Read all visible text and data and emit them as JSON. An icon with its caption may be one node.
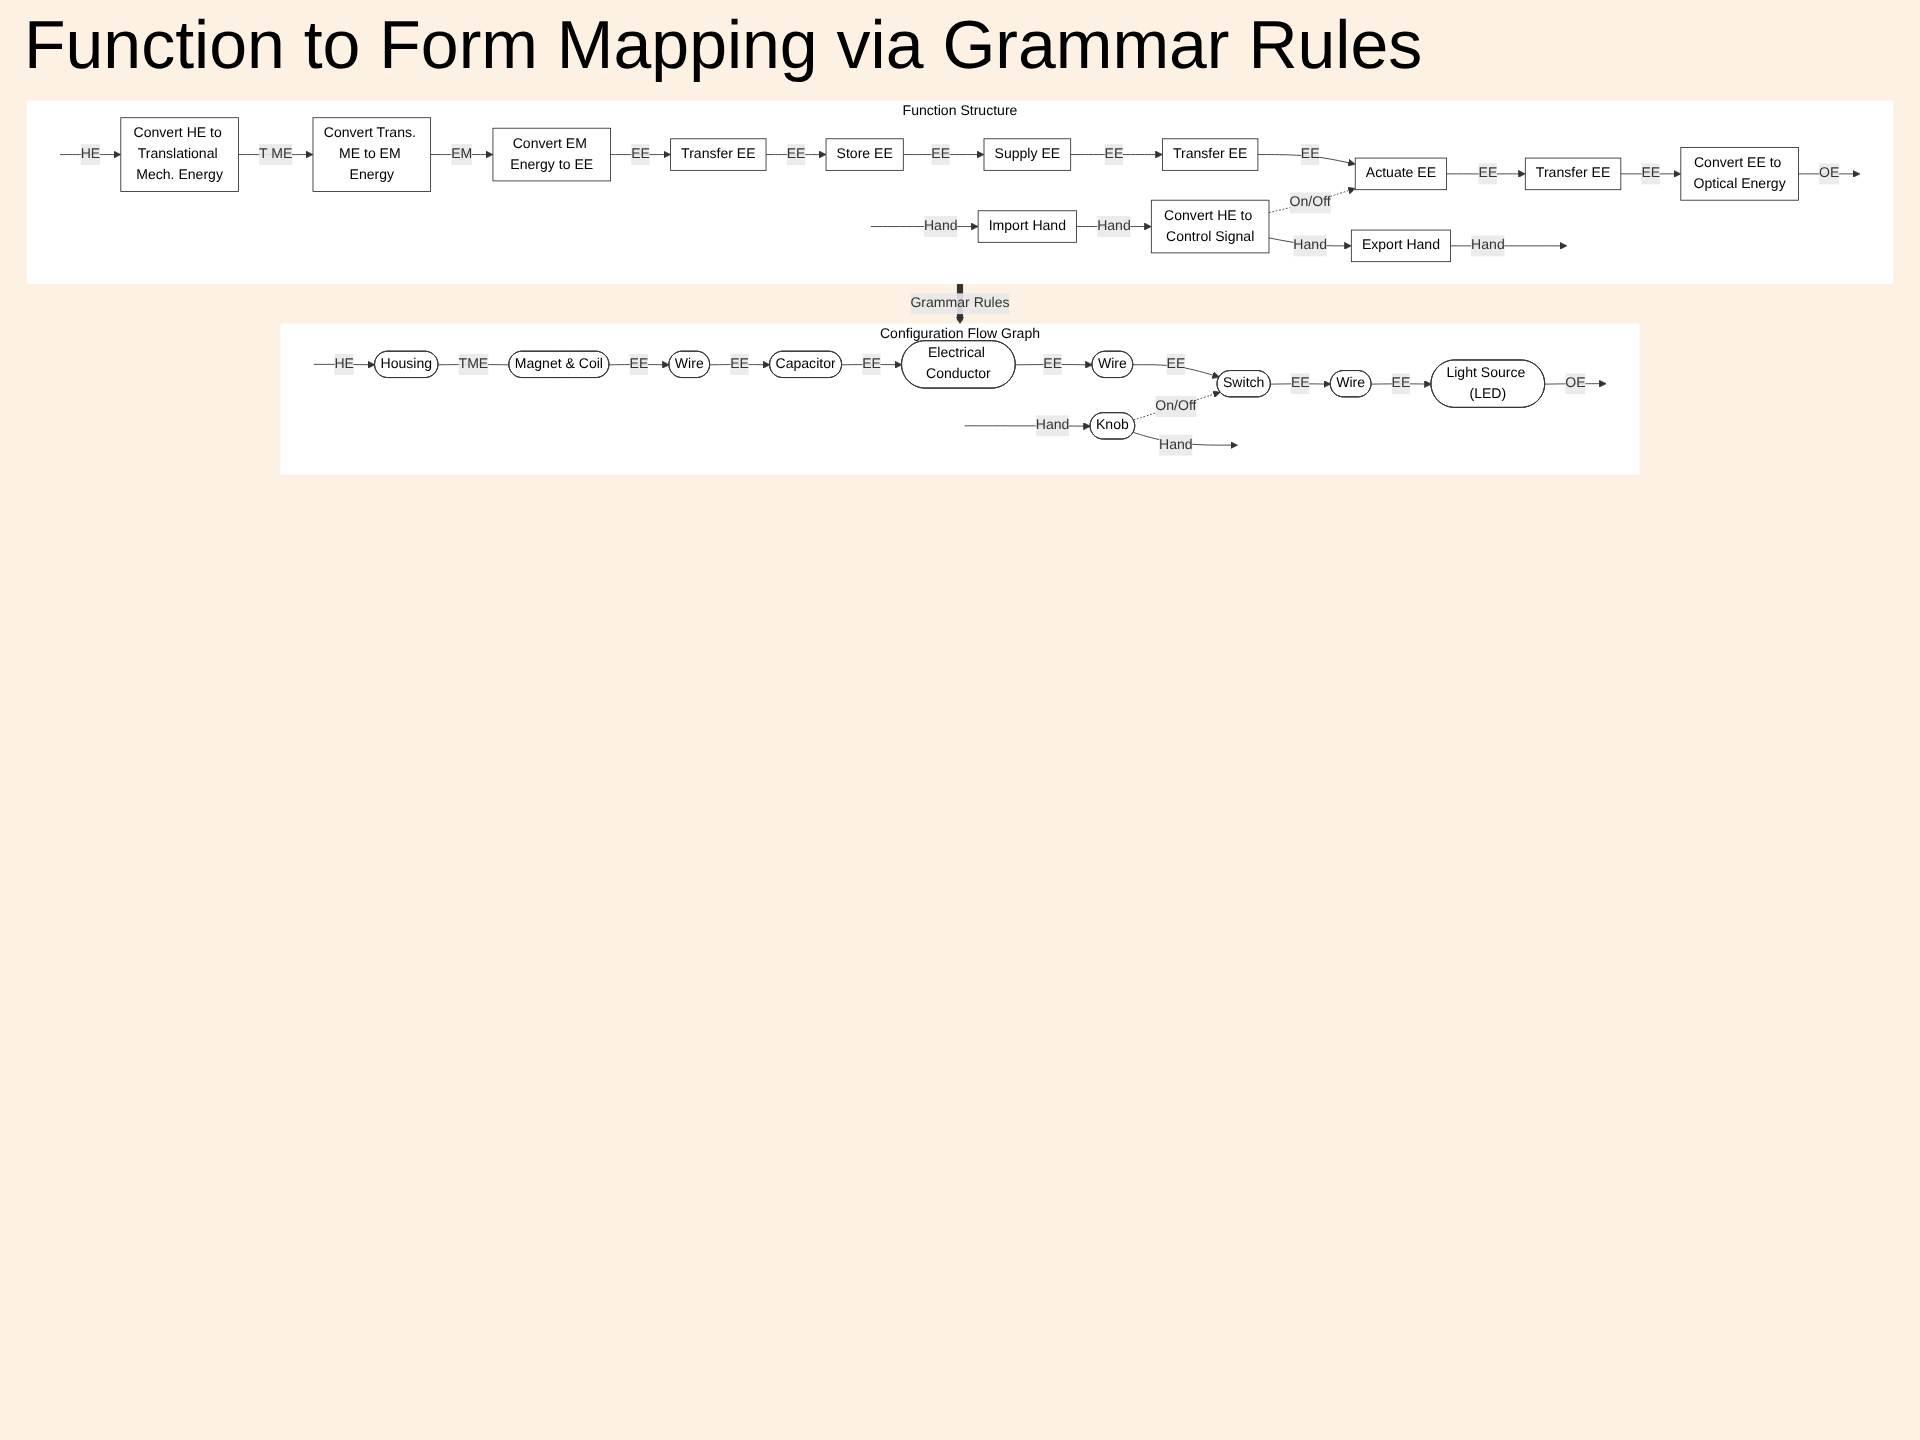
{
  "diagram": {
    "title": "Function to Form Mapping via Grammar Rules",
    "nodes": [
      {
        "text": [
          "Function Structure"
        ]
      },
      {
        "text": [
          "Convert HE to Translational Mech. Energy"
        ],
        "in": 0
      },
      {
        "text": [
          "Convert Trans. ME to EM Energy"
        ],
        "in": 0
      },
      {
        "text": [
          "Convert EM Energy to EE"
        ],
        "in": 0
      },
      {
        "text": [
          "Transfer EE"
        ],
        "in": 0
      },
      {
        "text": [
          "Store EE"
        ],
        "in": 0
      },
      {
        "text": [
          "Supply EE"
        ],
        "in": 0
      },
      {
        "text": [
          "Transfer EE"
        ],
        "in": 0
      },
      {
        "text": [
          "Actuate EE"
        ],
        "in": 0
      },
      {
        "text": [
          "Transfer EE"
        ],
        "in": 0
      },
      {
        "text": [
          "Convert EE to Optical Energy"
        ],
        "in": 0
      },
      {
        "text": [
          "Import Hand"
        ],
        "in": 0
      },
      {
        "text": [
          "Convert HE to Control Signal"
        ],
        "in": 0
      },
      {
        "text": [
          "Export Hand"
        ],
        "in": 0
      },
      {
        "text": [
          "Configuration Flow Graph"
        ]
      },
      {
        "text": [
          "Housing"
        ],
        "in": 14
      },
      {
        "text": [
          "Magnet & Coil"
        ],
        "in": 14
      },
      {
        "text": [
          "Wire"
        ],
        "in": 14
      },
      {
        "text": [
          "Capacitor"
        ],
        "in": 14
      },
      {
        "text": [
          "Electrical Conductor"
        ],
        "in": 14
      },
      {
        "text": [
          "Wire"
        ],
        "in": 14
      },
      {
        "text": [
          "Switch"
        ],
        "in": 14
      },
      {
        "text": [
          "Wire"
        ],
        "in": 14
      },
      {
        "text": [
          "Light Source (LED)"
        ],
        "in": 14
      },
      {
        "text": [
          "Knob"
        ],
        "in": 14
      }
    ],
    "edges": [
      {
        "from": null,
        "to": 1,
        "arrow": "to",
        "label": "HE"
      },
      {
        "from": 1,
        "to": 2,
        "arrow": "to",
        "label": "T ME"
      },
      {
        "from": 2,
        "to": 3,
        "arrow": "to",
        "label": "EM"
      },
      {
        "from": 3,
        "to": 4,
        "arrow": "to",
        "label": "EE"
      },
      {
        "from": 4,
        "to": 5,
        "arrow": "to",
        "label": "EE"
      },
      {
        "from": 5,
        "to": 6,
        "arrow": "to",
        "label": "EE"
      },
      {
        "from": 6,
        "to": 7,
        "arrow": "to",
        "label": "EE"
      },
      {
        "from": 7,
        "to": 8,
        "arrow": "to",
        "label": "EE"
      },
      {
        "from": 8,
        "to": 9,
        "arrow": "to",
        "label": "EE"
      },
      {
        "from": 9,
        "to": 10,
        "arrow": "to",
        "label": "EE"
      },
      {
        "from": 10,
        "to": null,
        "arrow": "to",
        "label": "OE"
      },
      {
        "from": null,
        "to": 11,
        "arrow": "to",
        "label": "Hand"
      },
      {
        "from": 11,
        "to": 12,
        "arrow": "to",
        "label": "Hand"
      },
      {
        "from": 12,
        "to": 13,
        "arrow": "to",
        "label": "Hand"
      },
      {
        "from": 13,
        "to": null,
        "arrow": "to",
        "label": "Hand"
      },
      {
        "from": 12,
        "to": 8,
        "arrow": "to",
        "label": "On/Off",
        "style": "dashed"
      },
      {
        "from": 0,
        "to": 14,
        "arrow": "to",
        "label": "Grammar Rules",
        "style": "thick"
      },
      {
        "from": null,
        "to": 15,
        "arrow": "to",
        "label": "HE"
      },
      {
        "from": 15,
        "to": 16,
        "arrow": "none",
        "label": "TME"
      },
      {
        "from": 16,
        "to": 17,
        "arrow": "to",
        "label": "EE"
      },
      {
        "from": 17,
        "to": 18,
        "arrow": "to",
        "label": "EE"
      },
      {
        "from": 18,
        "to": 19,
        "arrow": "to",
        "label": "EE"
      },
      {
        "from": 19,
        "to": 20,
        "arrow": "to",
        "label": "EE"
      },
      {
        "from": 20,
        "to": 21,
        "arrow": "to",
        "label": "EE"
      },
      {
        "from": 21,
        "to": 22,
        "arrow": "to",
        "label": "EE"
      },
      {
        "from": 22,
        "to": 23,
        "arrow": "to",
        "label": "EE"
      },
      {
        "from": 23,
        "to": null,
        "arrow": "to",
        "label": "OE"
      },
      {
        "from": null,
        "to": 24,
        "arrow": "to",
        "label": "Hand"
      },
      {
        "from": 24,
        "to": null,
        "arrow": "to",
        "label": "Hand"
      },
      {
        "from": 24,
        "to": 21,
        "arrow": "to",
        "label": "On/Off",
        "style": "dashed"
      }
    ]
  }
}
